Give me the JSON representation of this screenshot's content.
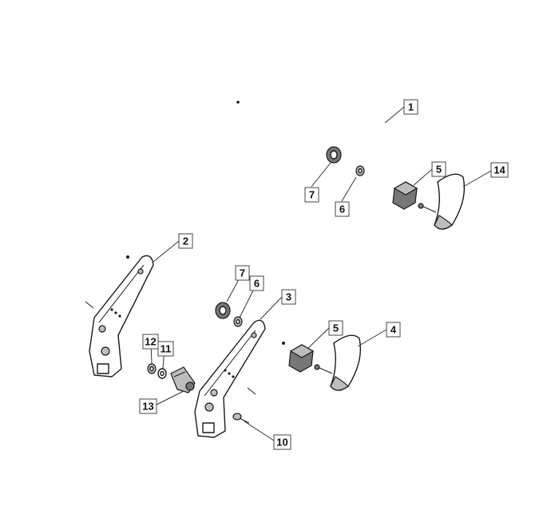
{
  "callouts": [
    {
      "id": "c1",
      "label": "1"
    },
    {
      "id": "c2",
      "label": "2"
    },
    {
      "id": "c3",
      "label": "3"
    },
    {
      "id": "c4",
      "label": "4"
    },
    {
      "id": "c5a",
      "label": "5"
    },
    {
      "id": "c5b",
      "label": "5"
    },
    {
      "id": "c6a",
      "label": "6"
    },
    {
      "id": "c6b",
      "label": "6"
    },
    {
      "id": "c7a",
      "label": "7"
    },
    {
      "id": "c7b",
      "label": "7"
    },
    {
      "id": "c10",
      "label": "10"
    },
    {
      "id": "c11",
      "label": "11"
    },
    {
      "id": "c12",
      "label": "12"
    },
    {
      "id": "c13",
      "label": "13"
    },
    {
      "id": "c14",
      "label": "14"
    }
  ]
}
